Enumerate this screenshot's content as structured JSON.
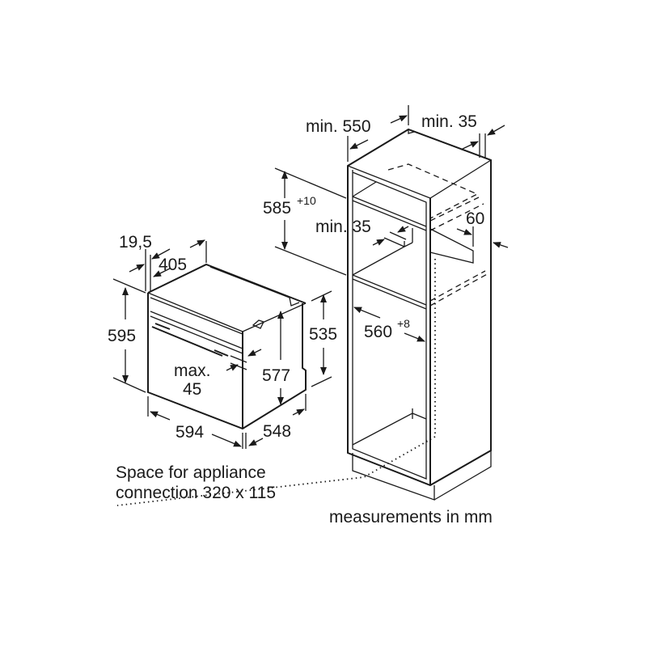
{
  "oven": {
    "depth_front": "19,5",
    "depth_top": "405",
    "height_total": "595",
    "height_side": "535",
    "height_inner": "577",
    "max_label": "max.",
    "max_value": "45",
    "width": "594",
    "depth": "548"
  },
  "cabinet": {
    "min_depth": "min. 550",
    "min_gap_top": "min. 35",
    "niche_height": "585",
    "niche_height_tol": "+10",
    "min_gap_mid": "min. 35",
    "vent": "60",
    "niche_width": "560",
    "niche_width_tol": "+8"
  },
  "notes": {
    "connection_line1": "Space for appliance",
    "connection_line2": "connection 320 x 115",
    "units": "measurements in mm"
  }
}
